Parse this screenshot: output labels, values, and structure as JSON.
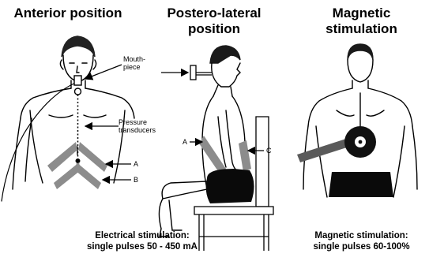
{
  "titles": {
    "anterior": "Anterior position",
    "posterolateral_line1": "Postero-lateral",
    "posterolateral_line2": "position",
    "magnetic_line1": "Magnetic",
    "magnetic_line2": "stimulation"
  },
  "labels": {
    "mouthpiece_line1": "Mouth-",
    "mouthpiece_line2": "piece",
    "pressure_line1": "Pressure",
    "pressure_line2": "transducers",
    "a_front": "A",
    "b_front": "B",
    "a_side": "A",
    "c_side": "C"
  },
  "captions": {
    "electrical_line1": "Electrical stimulation:",
    "electrical_line2": "single pulses 50 - 450 mA",
    "magnetic_line1": "Magnetic stimulation:",
    "magnetic_line2": "single pulses 60-100%"
  },
  "colors": {
    "electrode": "#8c8c8c",
    "coil_handle": "#5a5a5a",
    "shorts": "#0a0a0a",
    "line": "#000000"
  }
}
